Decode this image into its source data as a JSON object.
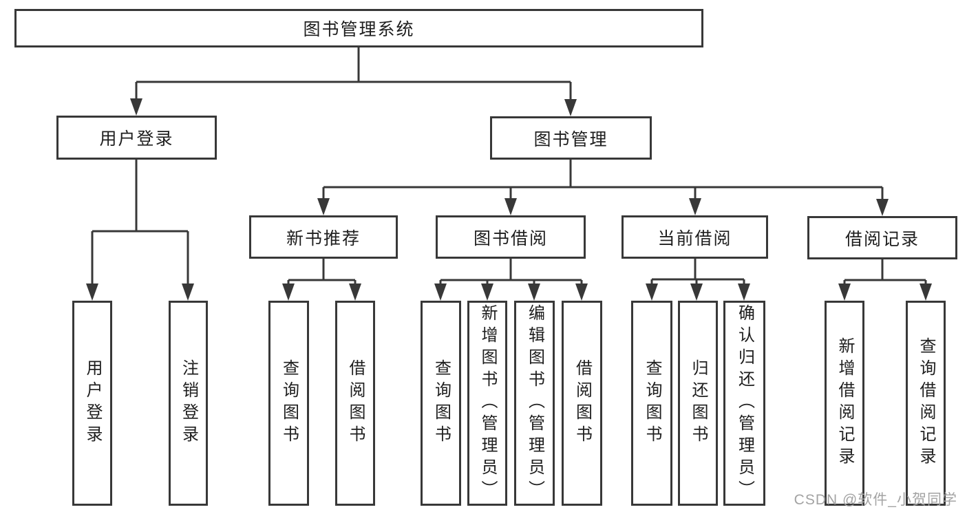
{
  "diagram": {
    "type": "hierarchy-flowchart",
    "colors": {
      "background": "#ffffff",
      "line": "#383838",
      "box_border": "#383838",
      "text": "#1e1e1e",
      "watermark": "#a3a3a3"
    },
    "tree": {
      "label": "图书管理系统",
      "children": [
        {
          "label": "用户登录",
          "children": [
            {
              "label": "用户登录"
            },
            {
              "label": "注销登录"
            }
          ]
        },
        {
          "label": "图书管理",
          "children": [
            {
              "label": "新书推荐",
              "children": [
                {
                  "label": "查询图书"
                },
                {
                  "label": "借阅图书"
                }
              ]
            },
            {
              "label": "图书借阅",
              "children": [
                {
                  "label": "查询图书"
                },
                {
                  "label": "新增图书（管理员）"
                },
                {
                  "label": "编辑图书（管理员）"
                },
                {
                  "label": "借阅图书"
                }
              ]
            },
            {
              "label": "当前借阅",
              "children": [
                {
                  "label": "查询图书"
                },
                {
                  "label": "归还图书"
                },
                {
                  "label": "确认归还（管理员）"
                }
              ]
            },
            {
              "label": "借阅记录",
              "children": [
                {
                  "label": "新增借阅记录"
                },
                {
                  "label": "查询借阅记录"
                }
              ]
            }
          ]
        }
      ]
    },
    "watermark": {
      "text": "CSDN @软件_小贺同学"
    }
  }
}
